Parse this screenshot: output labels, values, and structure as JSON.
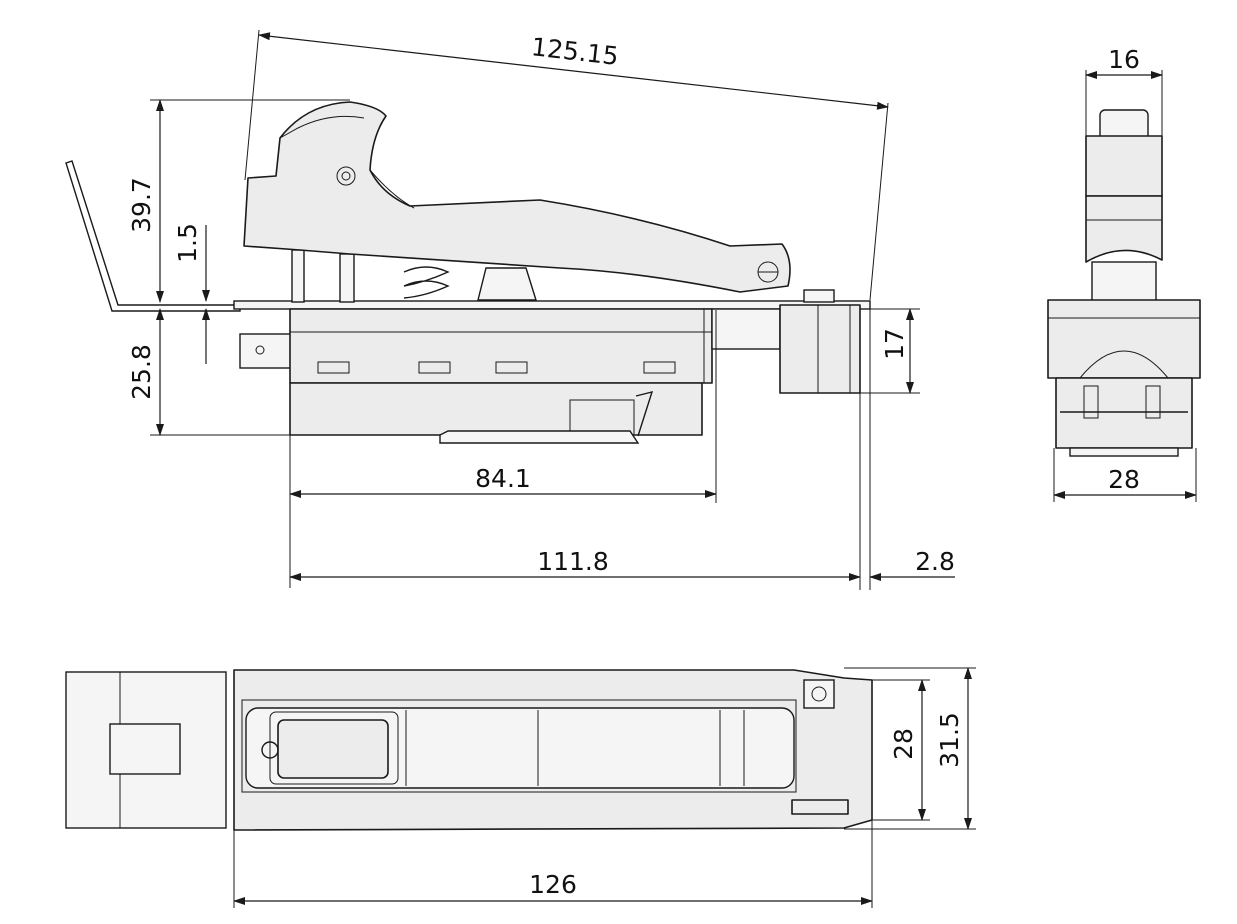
{
  "colors": {
    "part_fill": "#ececec",
    "line": "#1a1a1a",
    "text": "#111111",
    "background": "#ffffff"
  },
  "dimensions": {
    "side_diagonal": "125.15",
    "side_height_total": "39.7",
    "side_plate": "1.5",
    "side_body_height": "25.8",
    "side_right_height": "17",
    "side_body_length": "84.1",
    "side_total_length": "111.8",
    "side_offset": "2.8",
    "end_top_width": "16",
    "end_bottom_width": "28",
    "top_inner_width": "28",
    "top_outer_width": "31.5",
    "top_total_length": "126"
  }
}
